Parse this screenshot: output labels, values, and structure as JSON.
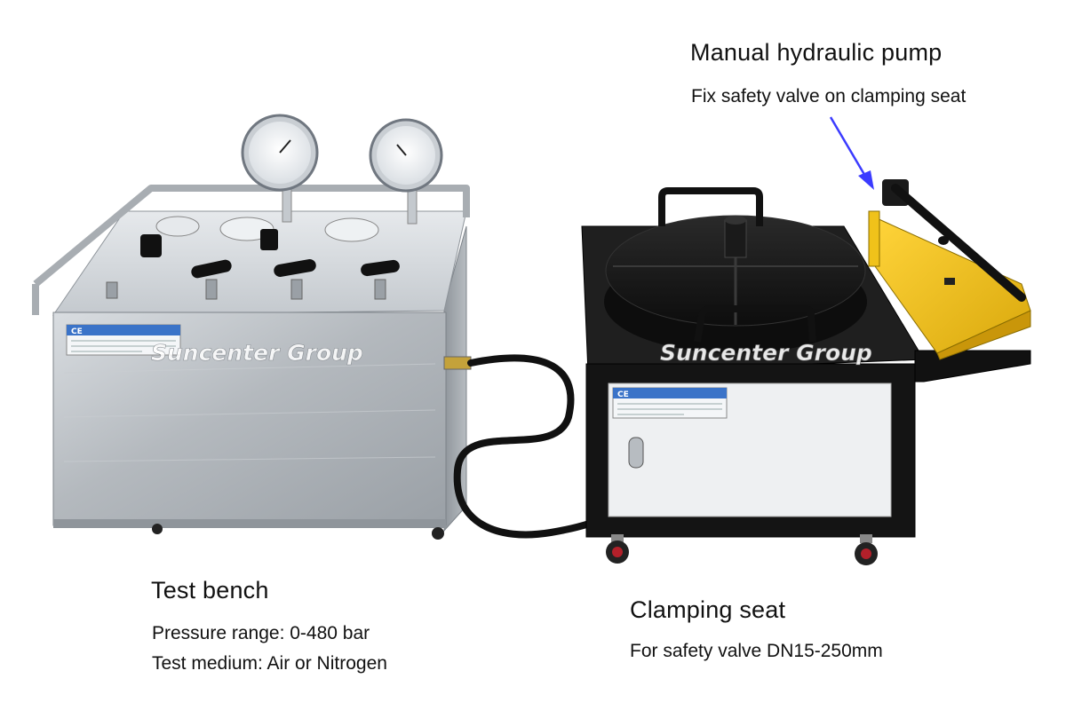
{
  "captions": {
    "pump": {
      "title": "Manual hydraulic pump",
      "sub": "Fix safety valve on clamping seat"
    },
    "bench": {
      "title": "Test bench",
      "line1": "Pressure range: 0-480 bar",
      "line2": "Test medium: Air or Nitrogen"
    },
    "seat": {
      "title": "Clamping seat",
      "line1": "For safety valve DN15-250mm"
    }
  },
  "watermarks": {
    "left": "Suncenter Group",
    "right": "Suncenter Group"
  },
  "labels": {
    "ce_left": "CE",
    "ce_right": "CE"
  },
  "colors": {
    "steel": "#b9bec3",
    "cabinet": "#141414",
    "pump_yellow": "#f2c21b",
    "arrow": "#3b3bff",
    "hose": "#111111",
    "label_blue": "#3a73c8"
  }
}
